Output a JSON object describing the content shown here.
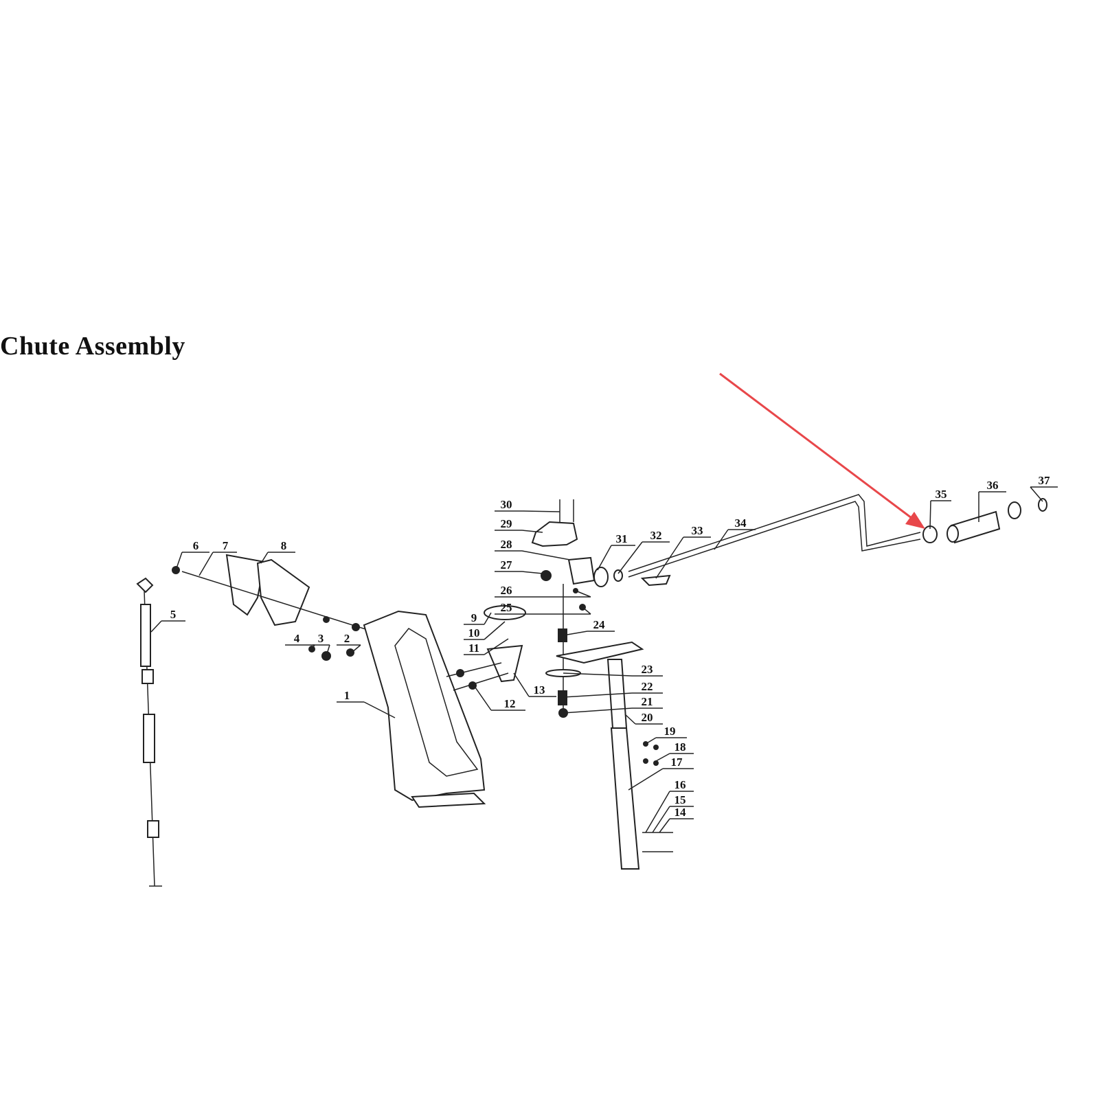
{
  "title": "Chute Assembly",
  "part_labels": [
    "1",
    "2",
    "3",
    "4",
    "5",
    "6",
    "7",
    "8",
    "9",
    "10",
    "11",
    "12",
    "13",
    "14",
    "15",
    "16",
    "17",
    "18",
    "19",
    "20",
    "21",
    "22",
    "23",
    "24",
    "25",
    "26",
    "27",
    "28",
    "29",
    "30",
    "31",
    "32",
    "33",
    "34",
    "35",
    "36",
    "37"
  ],
  "highlight": {
    "target_part": "35",
    "arrow_color": "#e8474a"
  }
}
